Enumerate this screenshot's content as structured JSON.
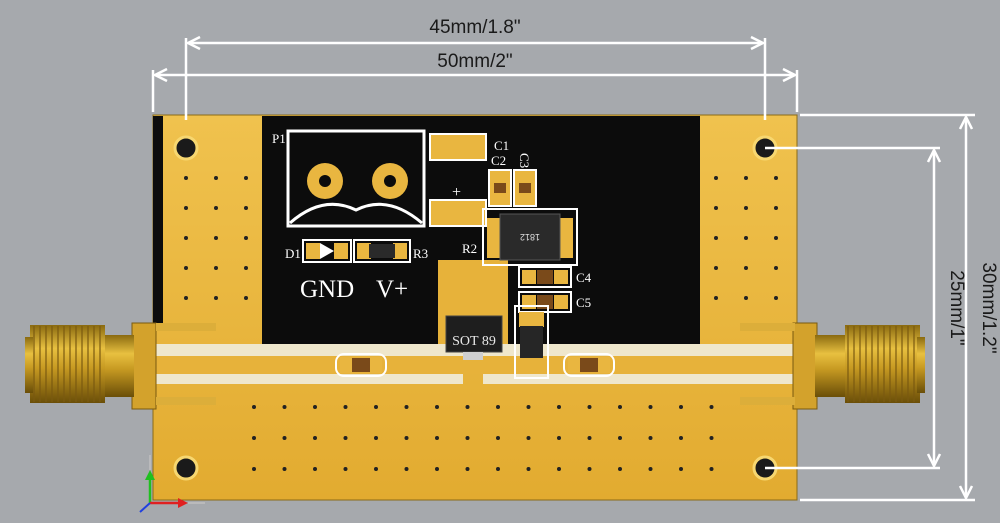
{
  "dimensions": {
    "top_inner": "45mm/1.8\"",
    "top_outer": "50mm/2\"",
    "right_inner": "25mm/1\"",
    "right_outer": "30mm/1.2\""
  },
  "silkscreen": {
    "connector": "P1",
    "gnd": "GND",
    "vplus": "V+",
    "plus_sign": "+",
    "diode": "D1",
    "r2": "R2",
    "r3": "R3",
    "c1": "C1",
    "c2": "C2",
    "c3": "C3",
    "c4": "C4",
    "c5": "C5",
    "inductor_marking": "1812",
    "amp_marking": "SOT 89"
  },
  "colors": {
    "background": "#a6a9ad",
    "gold": "#e9b640",
    "solder_mask": "#0d0d0d",
    "silkscreen": "#ffffff",
    "dimension_lines": "#ffffff"
  },
  "axes": {
    "x_color": "#e02020",
    "y_color": "#20c020",
    "z_color": "#2040e0"
  }
}
